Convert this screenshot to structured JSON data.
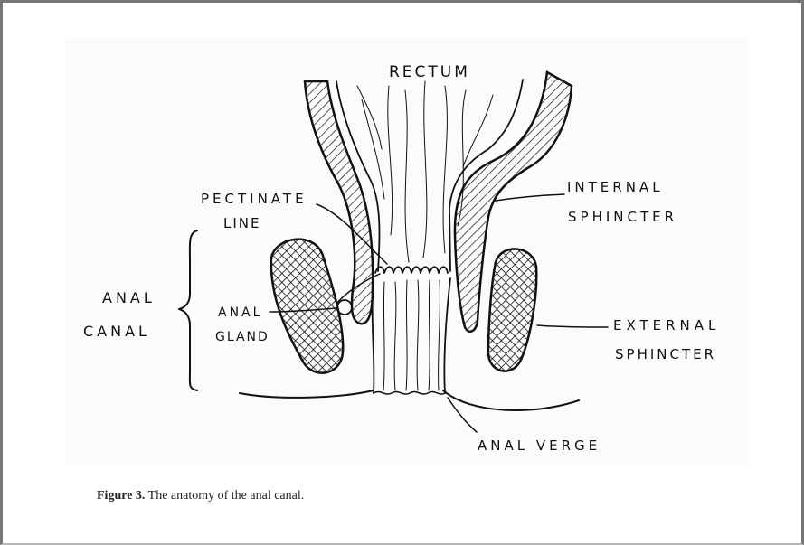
{
  "figure": {
    "labels": {
      "rectum": "RECTUM",
      "pectinate_line": {
        "line1": "PECTINATE",
        "line2": "LINE"
      },
      "internal_sphincter": {
        "line1": "INTERNAL",
        "line2": "SPHINCTER"
      },
      "anal_canal": {
        "line1": "ANAL",
        "line2": "CANAL"
      },
      "anal_gland": {
        "line1": "ANAL",
        "line2": "GLAND"
      },
      "external_sphincter": {
        "line1": "EXTERNAL",
        "line2": "SPHINCTER"
      },
      "anal_verge": "ANAL VERGE"
    },
    "colors": {
      "ink": "#111111",
      "paper": "#fbfbfb",
      "frame": "#757575"
    }
  },
  "caption": {
    "label": "Figure 3.",
    "text": "The anatomy of the anal canal."
  }
}
